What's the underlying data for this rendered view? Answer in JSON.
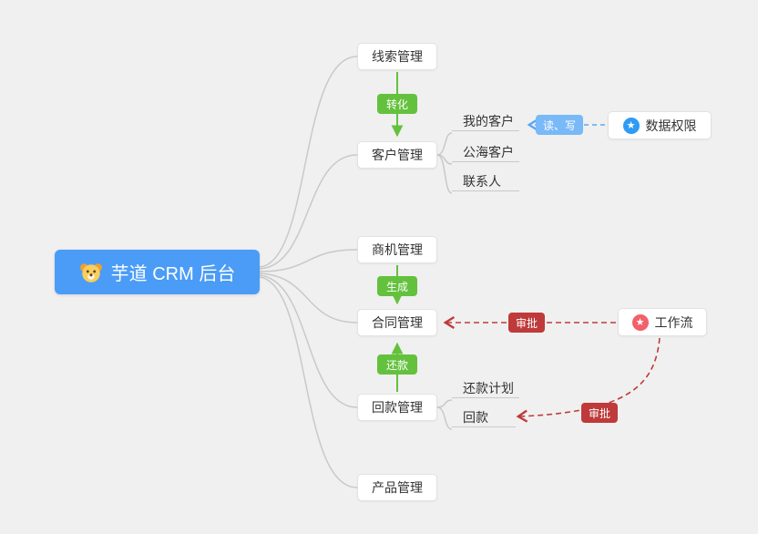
{
  "root": {
    "label": "芋道 CRM 后台"
  },
  "nodes": {
    "leads": {
      "label": "线索管理"
    },
    "customer": {
      "label": "客户管理"
    },
    "opportunity": {
      "label": "商机管理"
    },
    "contract": {
      "label": "合同管理"
    },
    "receipt": {
      "label": "回款管理"
    },
    "product": {
      "label": "产品管理"
    },
    "data_permission": {
      "label": "数据权限"
    },
    "workflow": {
      "label": "工作流"
    }
  },
  "children": {
    "my_customer": {
      "label": "我的客户"
    },
    "public_customer": {
      "label": "公海客户"
    },
    "contact": {
      "label": "联系人"
    },
    "receipt_plan": {
      "label": "还款计划"
    },
    "receipt_item": {
      "label": "回款"
    }
  },
  "edge_labels": {
    "convert": {
      "label": "转化",
      "color": "#64c13d"
    },
    "generate": {
      "label": "生成",
      "color": "#64c13d"
    },
    "repay": {
      "label": "还款",
      "color": "#64c13d"
    },
    "read_write": {
      "label": "读、写",
      "color": "#79b9f7"
    },
    "approve_contract": {
      "label": "审批",
      "color": "#bf3a3a"
    },
    "approve_receipt": {
      "label": "审批",
      "color": "#bf3a3a"
    }
  },
  "icons": {
    "root": "dog-face",
    "data_permission": "star-circle-blue",
    "workflow": "star-circle-red",
    "star_glyph": "★"
  },
  "colors": {
    "background": "#f0f0f0",
    "root_bg": "#4a9cf6",
    "node_border": "#e2e2e2",
    "branch_line": "#c9c9c9",
    "green": "#64c13d",
    "blue": "#59a7f7",
    "red": "#bf3a3a",
    "perm_icon_bg": "#2e9bf5",
    "workflow_icon_bg": "#f2606a"
  }
}
